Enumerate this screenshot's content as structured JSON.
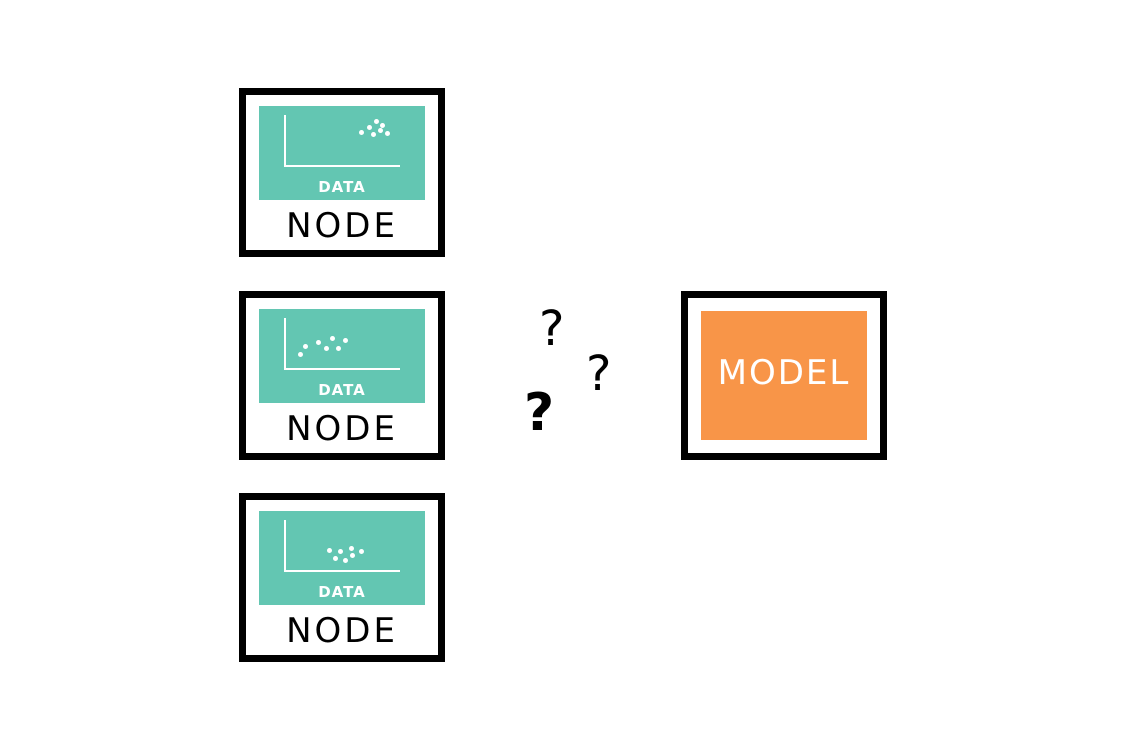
{
  "nodes": [
    {
      "data_label": "DATA",
      "label": "NODE"
    },
    {
      "data_label": "DATA",
      "label": "NODE"
    },
    {
      "data_label": "DATA",
      "label": "NODE"
    }
  ],
  "question_marks": [
    "?",
    "?",
    "?"
  ],
  "model": {
    "label": "MODEL"
  },
  "colors": {
    "data_panel": "#63c6b2",
    "model_panel": "#f89548",
    "border": "#000000"
  }
}
